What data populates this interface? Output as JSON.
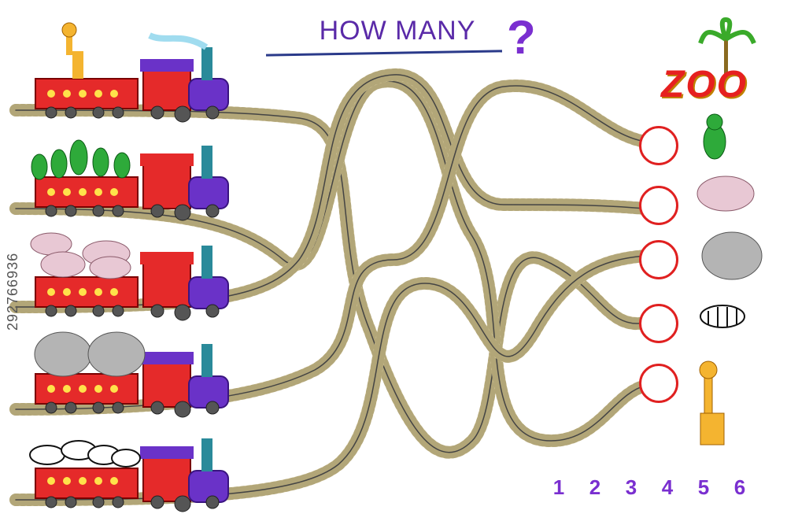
{
  "title": "HOW MANY",
  "question_mark": "?",
  "zoo_label": "ZOO",
  "watermark": "292766936",
  "answer_numbers": [
    "1",
    "2",
    "3",
    "4",
    "5",
    "6"
  ],
  "colors": {
    "title": "#5a2aa8",
    "rail": "#b4a670",
    "sleeper": "#c8b98a",
    "wagon": "#e52a2a",
    "locomotive": "#6a32c8",
    "answer_ring": "#e02020"
  },
  "trains": [
    {
      "cargo": "giraffe-icon",
      "count": 1
    },
    {
      "cargo": "crocodile-icon",
      "count": 5
    },
    {
      "cargo": "hippo-icon",
      "count": 4
    },
    {
      "cargo": "elephant-icon",
      "count": 2
    },
    {
      "cargo": "zebra-icon",
      "count": 4
    }
  ],
  "zoo_animals": [
    "crocodile-icon",
    "hippo-icon",
    "elephant-icon",
    "zebra-icon",
    "giraffe-icon"
  ]
}
